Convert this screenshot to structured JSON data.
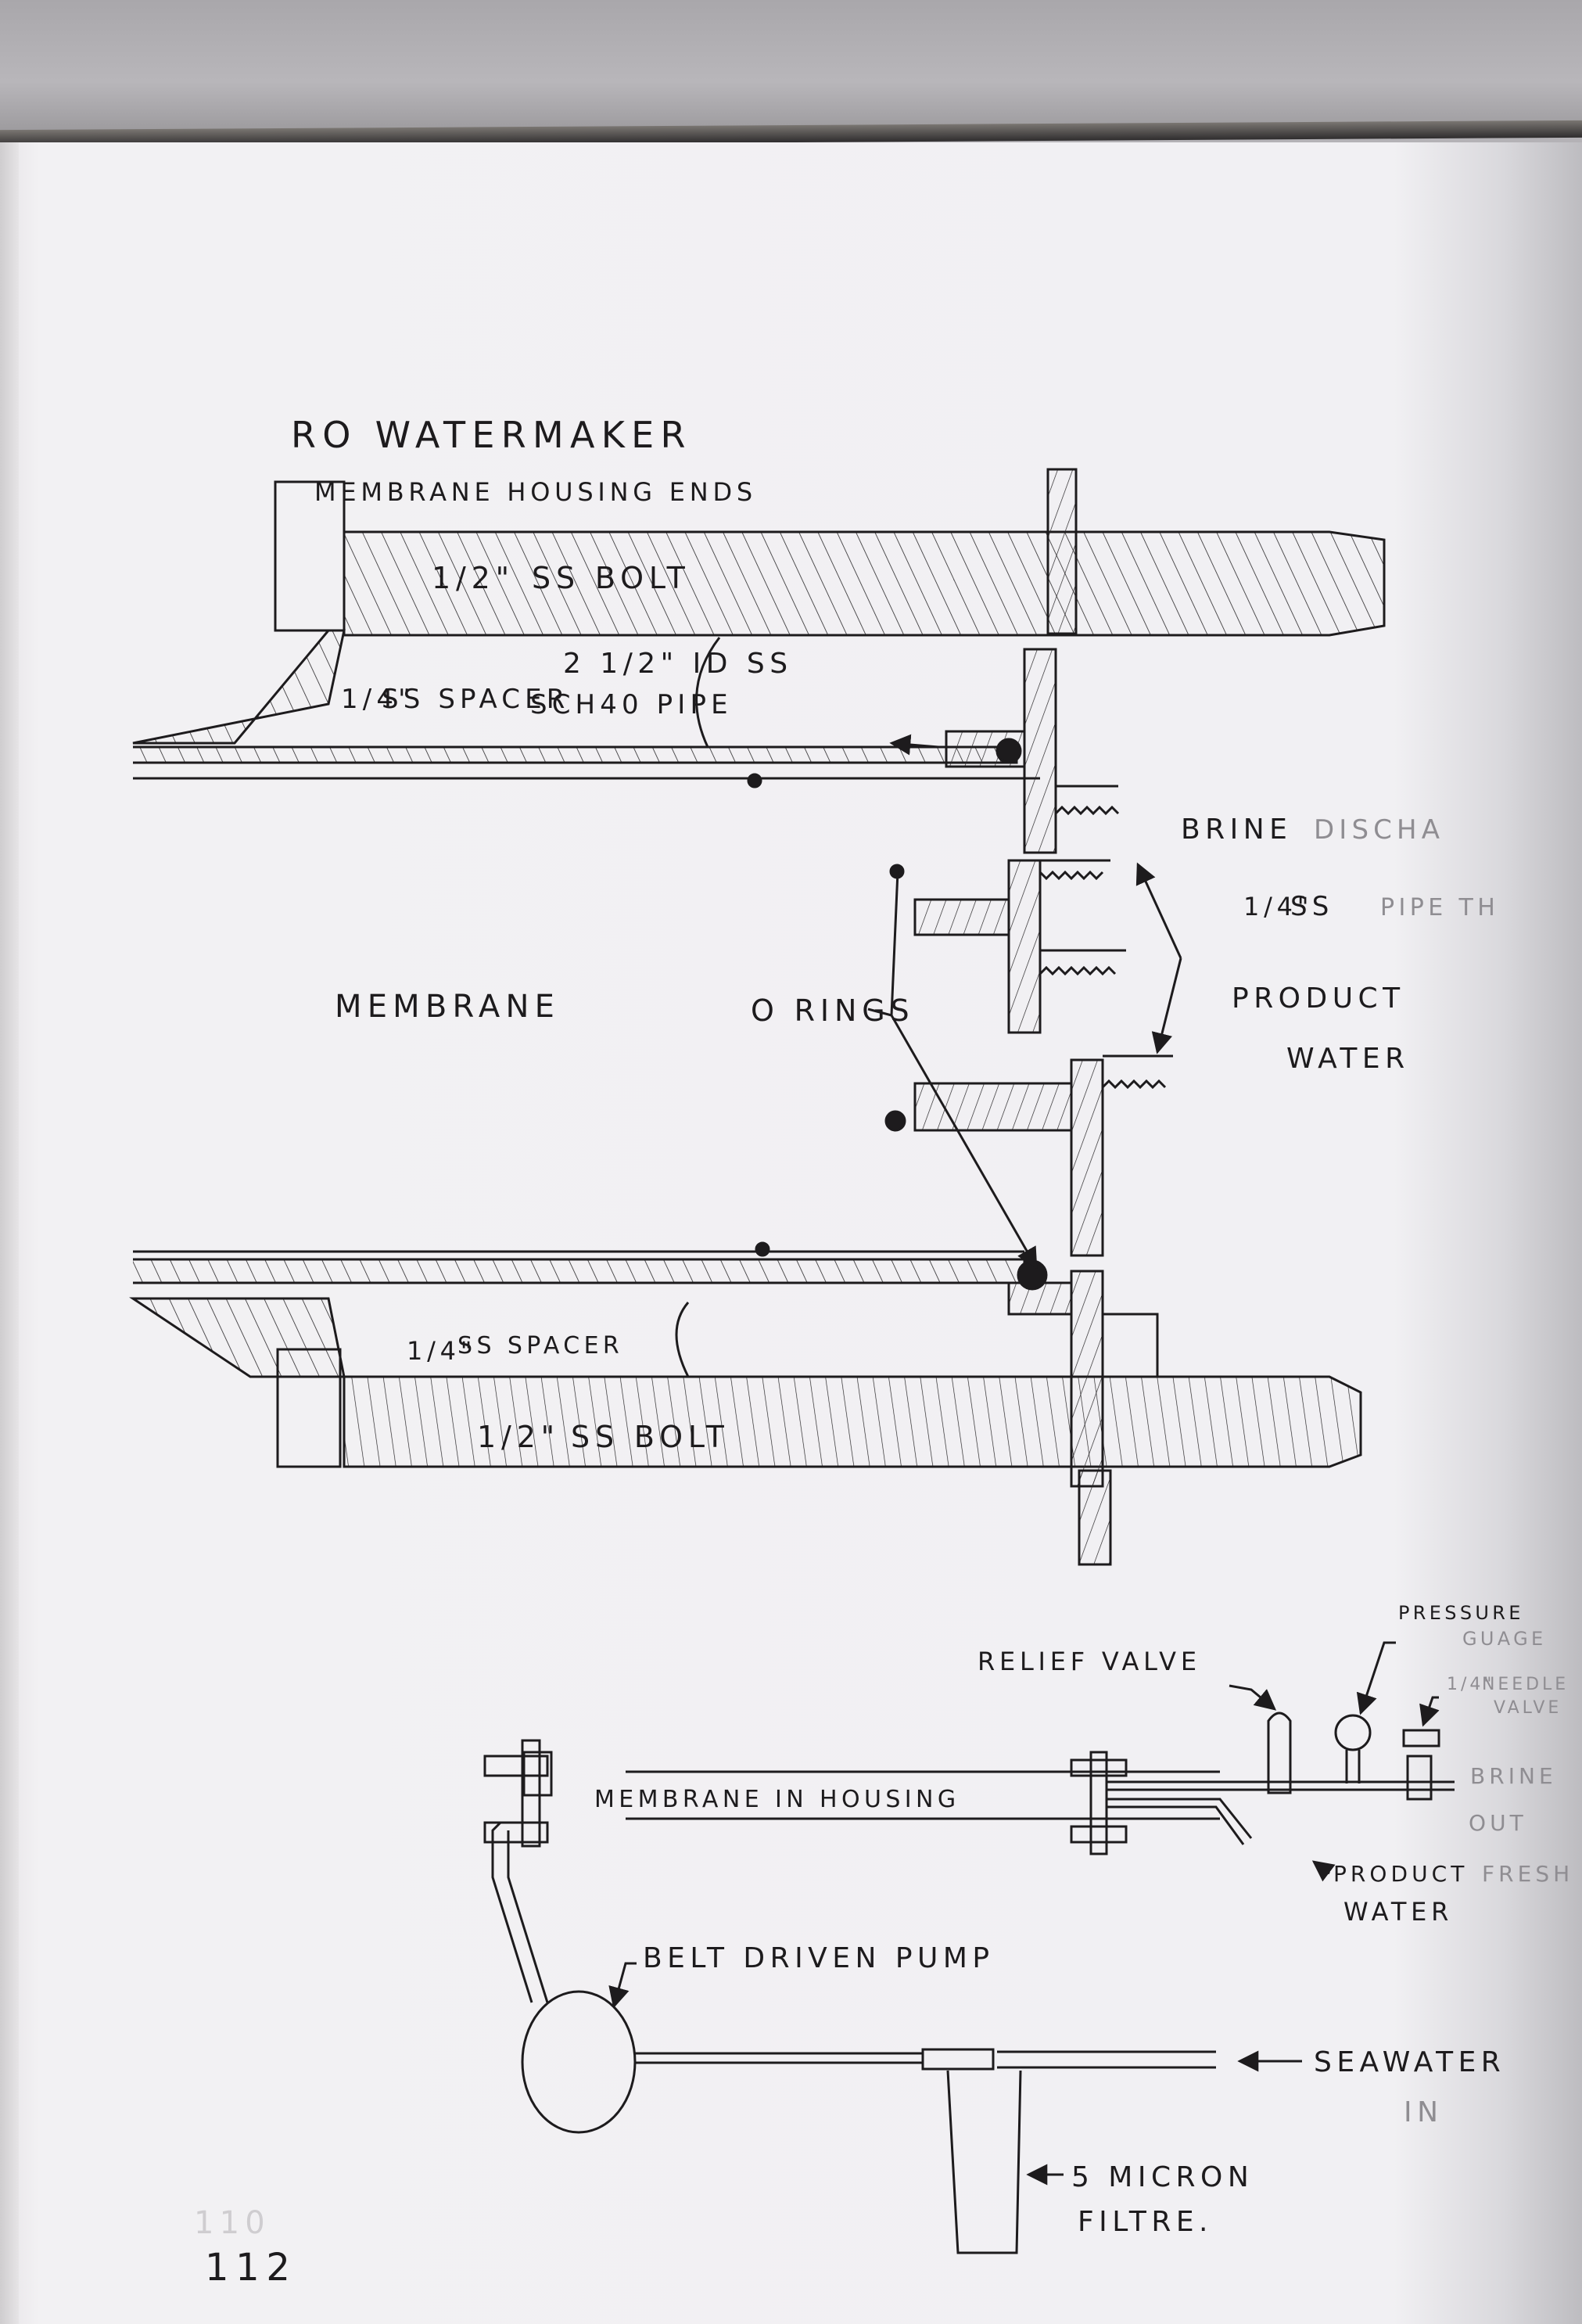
{
  "title": "RO WATERMAKER",
  "section_view": {
    "subtitle": "MEMBRANE HOUSING ENDS",
    "labels": {
      "bolt_top": {
        "fraction": "1/2\"",
        "text": "SS BOLT"
      },
      "spacer_top": {
        "fraction": "1/4\"",
        "text": "SS SPACER"
      },
      "pipe": {
        "line1": "2 1/2\" ID SS",
        "line2": "SCH40 PIPE"
      },
      "brine": "BRINE",
      "brine_cutoff": "DISCHA",
      "pipe_thread": {
        "fraction": "1/4\"",
        "text": "SS",
        "cutoff": "PIPE TH"
      },
      "product": {
        "line1": "PRODUCT",
        "line2": "WATER"
      },
      "membrane": "MEMBRANE",
      "orings": "O RINGS",
      "spacer_bottom": {
        "fraction": "1/4\"",
        "text": "SS SPACER"
      },
      "bolt_bottom": {
        "fraction": "1/2\"",
        "text": "SS BOLT"
      }
    }
  },
  "system_view": {
    "labels": {
      "relief_valve": "RELIEF VALVE",
      "pressure_gauge": {
        "line1": "PRESSURE",
        "line2": "GUAGE"
      },
      "needle_valve": {
        "fraction": "1/4\"",
        "line1": "NEEDLE",
        "line2": "VALVE"
      },
      "brine_out": {
        "line1": "BRINE",
        "line2": "OUT"
      },
      "membrane_in_housing": "MEMBRANE IN HOUSING",
      "product_water": {
        "line1": "PRODUCT",
        "line2": "WATER",
        "cutoff": "FRESH"
      },
      "pump": "BELT DRIVEN PUMP",
      "seawater": {
        "line1": "SEAWATER",
        "line2": "IN"
      },
      "filter": {
        "line1": "5 MICRON",
        "line2": "FILTRE."
      }
    }
  },
  "page_number": "112",
  "page_number_ghost": "110",
  "colors": {
    "ink": "#1d1b1d",
    "paper": "#f1f0f3",
    "scan_border": "#b4b2b6"
  }
}
